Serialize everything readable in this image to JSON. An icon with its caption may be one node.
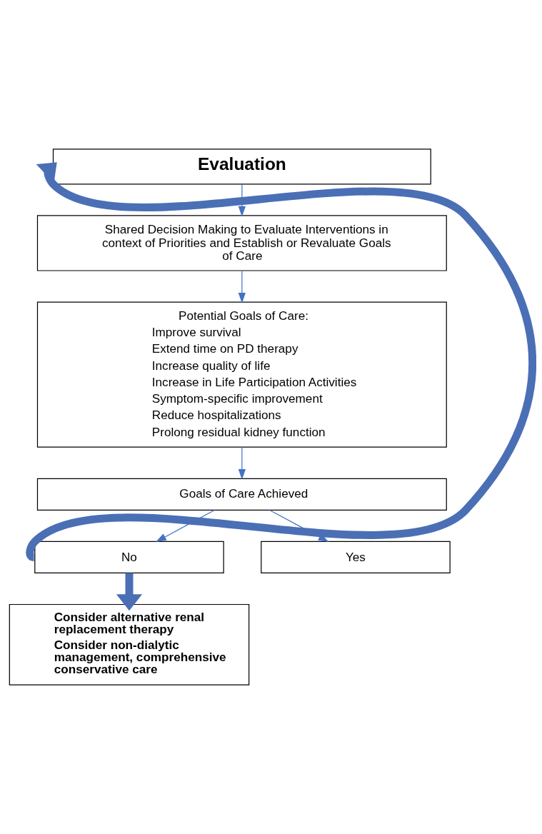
{
  "diagram": {
    "nodes": [
      {
        "text": [
          "Evaluation"
        ]
      },
      {
        "text": [
          "Shared Decision Making to Evaluate Interventions in context of Priorities and Establish or Revaluate Goals of Care"
        ]
      },
      {
        "text": [
          "Potential Goals of Care:",
          "Improve survival",
          "Extend time on PD therapy",
          "Increase quality of life",
          "Increase in Life Participation Activities",
          "Symptom-specific improvement",
          "Reduce hospitalizations",
          "Prolong residual kidney function"
        ]
      },
      {
        "text": [
          "Goals of Care Achieved"
        ]
      },
      {
        "text": [
          "No"
        ]
      },
      {
        "text": [
          "Yes"
        ]
      },
      {
        "text": [
          "Consider alternative renal replacement therapy",
          "Consider non-dialytic management, comprehensive conservative care"
        ]
      }
    ],
    "edges": [
      {
        "from": 0,
        "to": 1,
        "arrow": "to",
        "color": "#4472c4"
      },
      {
        "from": 1,
        "to": 2,
        "arrow": "to",
        "color": "#4472c4"
      },
      {
        "from": 2,
        "to": 3,
        "arrow": "to",
        "color": "#4472c4"
      },
      {
        "from": 3,
        "to": 4,
        "arrow": "to",
        "color": "#4472c4"
      },
      {
        "from": 3,
        "to": 5,
        "arrow": "to",
        "color": "#4472c4"
      },
      {
        "from": 4,
        "to": 6,
        "arrow": "to",
        "style": "thick",
        "color": "#4a6fb5"
      },
      {
        "from": 4,
        "to": 0,
        "arrow": "to",
        "style": "thick",
        "color": "#4a6fb5"
      }
    ]
  }
}
